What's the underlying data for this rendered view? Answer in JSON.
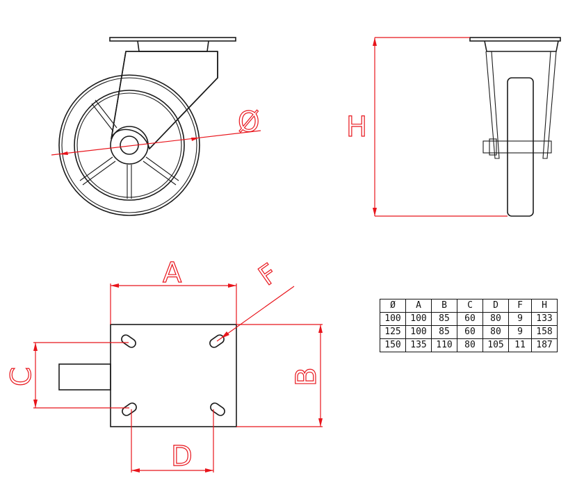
{
  "labels": {
    "diameter": "Ø",
    "height": "H",
    "a": "A",
    "b": "B",
    "c": "C",
    "d": "D",
    "f": "F"
  },
  "colors": {
    "outline": "#1a1a1a",
    "dimension": "#e8141b"
  },
  "table": {
    "headers": [
      "Ø",
      "A",
      "B",
      "C",
      "D",
      "F",
      "H"
    ],
    "rows": [
      [
        "100",
        "100",
        "85",
        "60",
        "80",
        "9",
        "133"
      ],
      [
        "125",
        "100",
        "85",
        "60",
        "80",
        "9",
        "158"
      ],
      [
        "150",
        "135",
        "110",
        "80",
        "105",
        "11",
        "187"
      ]
    ]
  }
}
